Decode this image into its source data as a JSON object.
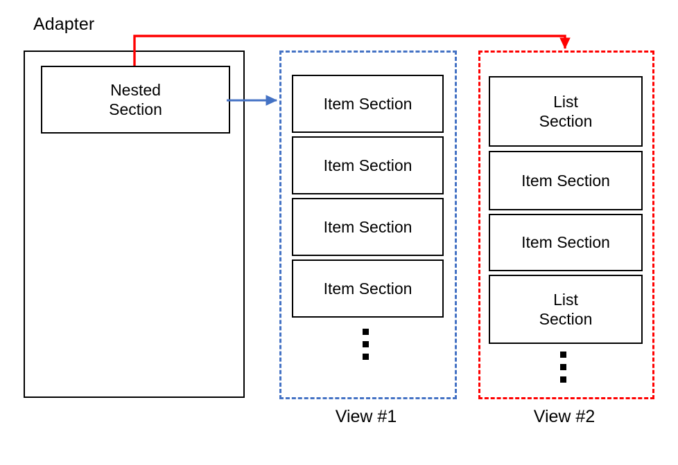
{
  "diagram": {
    "title_label": "Adapter",
    "colors": {
      "stroke_black": "#000000",
      "view1_dashed": "#4472C4",
      "view2_dashed": "#FF0000",
      "arrow_blue": "#4472C4",
      "arrow_red": "#FF0000",
      "background": "#FFFFFF"
    }
  },
  "adapter": {
    "label": "Adapter",
    "nested_section": {
      "line1": "Nested",
      "line2": "Section"
    }
  },
  "view1": {
    "caption": "View #1",
    "border_style": "dashed",
    "border_color": "#4472C4",
    "sections": [
      {
        "label": "Item Section"
      },
      {
        "label": "Item Section"
      },
      {
        "label": "Item Section"
      },
      {
        "label": "Item Section"
      }
    ],
    "ellipsis": "vertical-dots"
  },
  "view2": {
    "caption": "View #2",
    "border_style": "dashed",
    "border_color": "#FF0000",
    "sections": [
      {
        "line1": "List",
        "line2": "Section"
      },
      {
        "line1": "Item Section",
        "line2": ""
      },
      {
        "line1": "Item Section",
        "line2": ""
      },
      {
        "line1": "List",
        "line2": "Section"
      }
    ],
    "ellipsis": "vertical-dots"
  },
  "connectors": [
    {
      "name": "nested-to-view1",
      "color": "#4472C4",
      "from": "Nested Section",
      "to": "View #1",
      "style": "straight-arrow"
    },
    {
      "name": "nested-to-view2",
      "color": "#FF0000",
      "from": "Nested Section",
      "to": "View #2",
      "style": "elbow-arrow"
    }
  ]
}
